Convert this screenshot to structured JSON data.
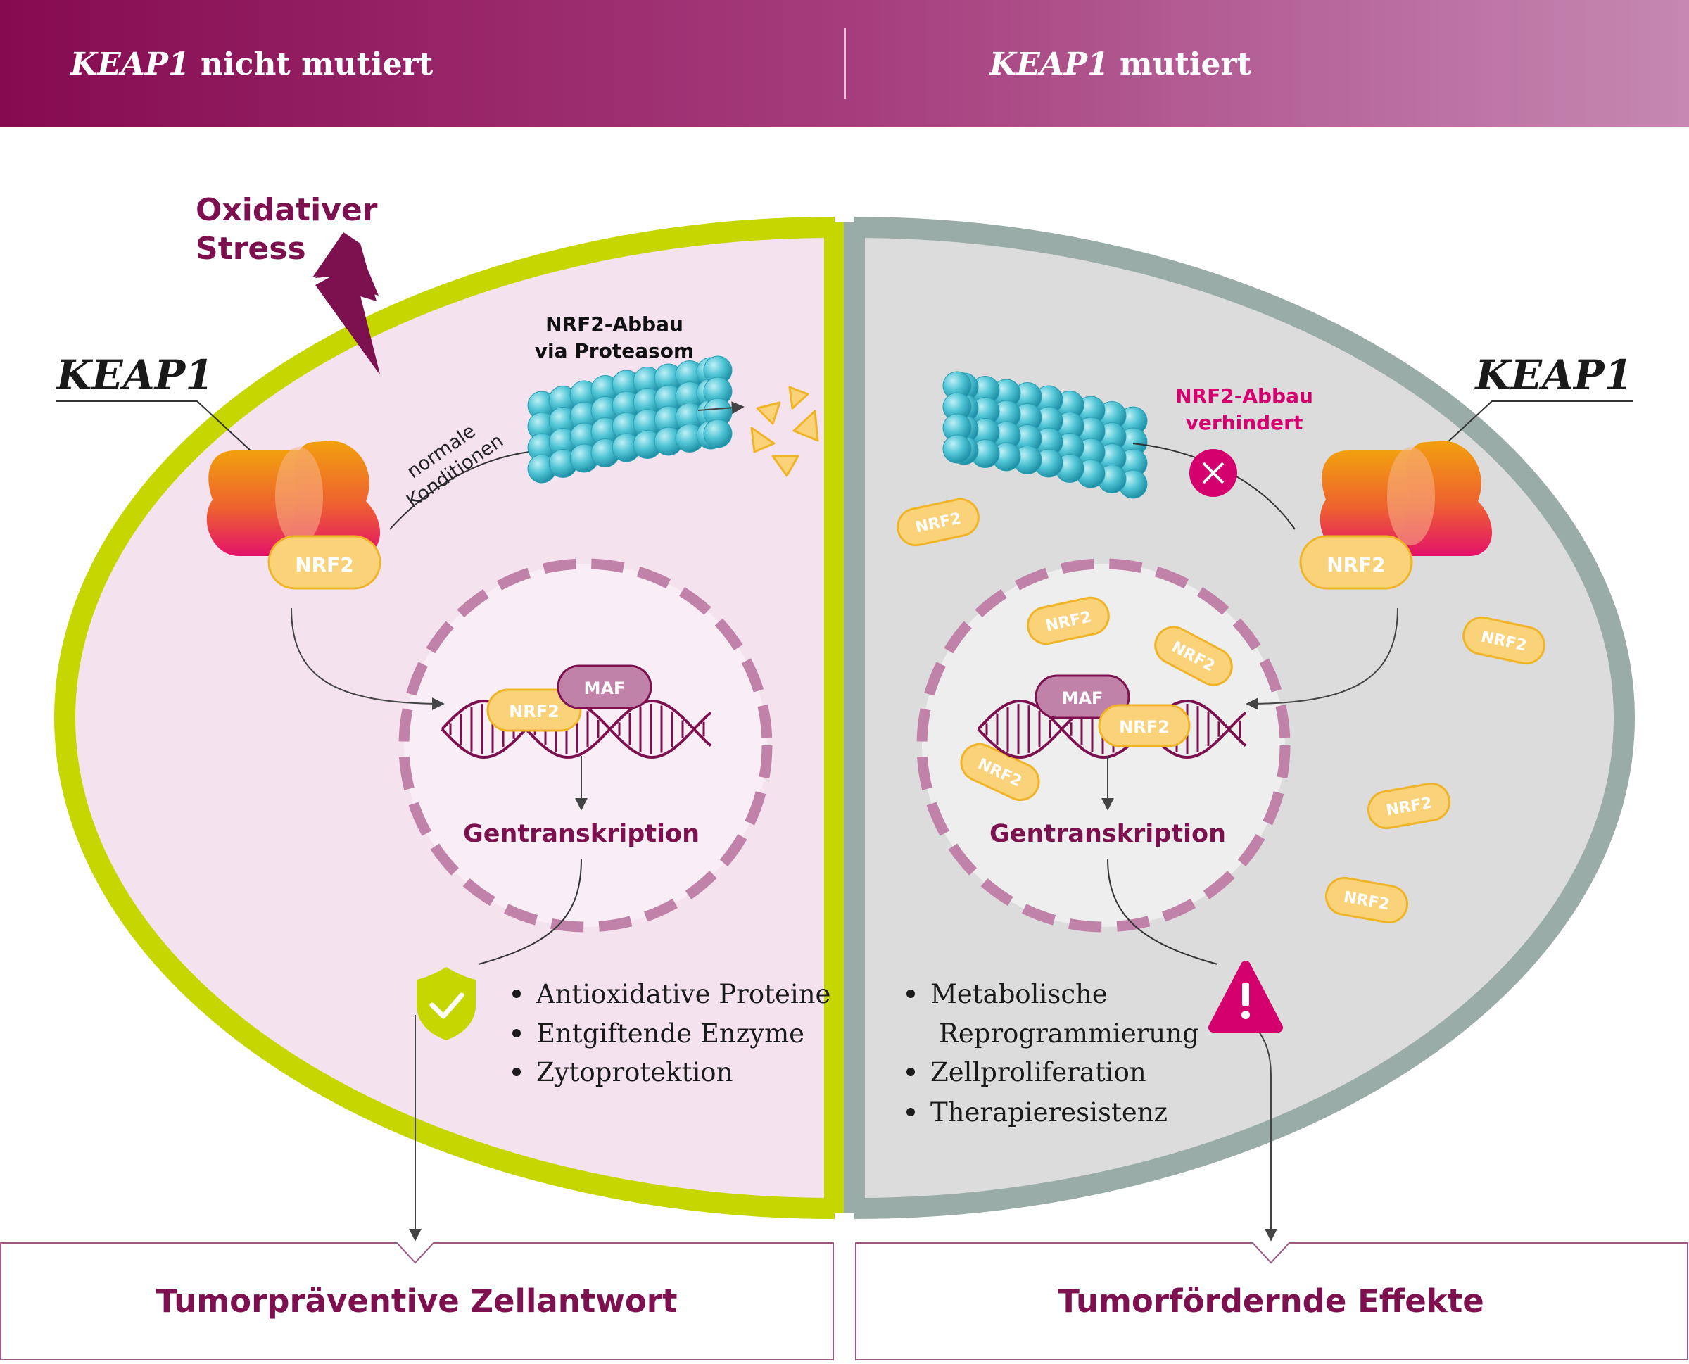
{
  "header": {
    "left_gene": "KEAP1",
    "left_rest": " nicht mutiert",
    "right_gene": "KEAP1",
    "right_rest": " mutiert"
  },
  "left": {
    "stress_line1": "Oxidativer",
    "stress_line2": "Stress",
    "keap1_label": "KEAP1",
    "nrf2": "NRF2",
    "proteasome_line1": "NRF2-Abbau",
    "proteasome_line2": "via Proteasom",
    "conditions_line1": "normale",
    "conditions_line2": "Konditionen",
    "maf": "MAF",
    "nrf2_dna": "NRF2",
    "transcription": "Gentranskription",
    "bullets": [
      "Antioxidative Proteine",
      "Entgiftende Enzyme",
      "Zytoprotektion"
    ],
    "result": "Tumorpräventive Zellantwort"
  },
  "right": {
    "keap1_label": "KEAP1",
    "nrf2": "NRF2",
    "blocked_line1": "NRF2-Abbau",
    "blocked_line2": "verhindert",
    "maf": "MAF",
    "nrf2_dna": "NRF2",
    "free_nrf2": [
      "NRF2",
      "NRF2",
      "NRF2",
      "NRF2",
      "NRF2",
      "NRF2",
      "NRF2"
    ],
    "transcription": "Gentranskription",
    "bullets": [
      "Metabolische",
      "Reprogrammierung",
      "Zellproliferation",
      "Therapieresistenz"
    ],
    "result": "Tumorfördernde Effekte"
  },
  "colors": {
    "header_start": "#8a0a52",
    "header_end": "#c382ae",
    "left_membrane": "#c5d600",
    "left_cytoplasm": "#f4e2ee",
    "right_membrane": "#9aaca7",
    "right_cytoplasm": "#dcdcdc",
    "nucleus_dash": "#c082a8",
    "accent_purple": "#7d1150",
    "nrf2_fill": "#f9d27a",
    "proteasome": "#4cc3d4",
    "warning": "#d4006e"
  }
}
